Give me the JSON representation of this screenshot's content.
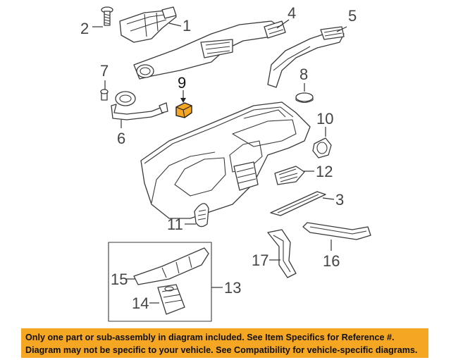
{
  "callouts": {
    "c1": "1",
    "c2": "2",
    "c3": "3",
    "c4": "4",
    "c5": "5",
    "c6": "6",
    "c7": "7",
    "c8": "8",
    "c9": "9",
    "c10": "10",
    "c11": "11",
    "c12": "12",
    "c13": "13",
    "c14": "14",
    "c15": "15",
    "c16": "16",
    "c17": "17"
  },
  "banner": {
    "line1": "Only one part or sub-assembly in diagram included. See Item Specifics for Reference #.",
    "line2": "Diagram may not be specific to your vehicle. See Compatibility for vehicle-specific diagrams."
  },
  "colors": {
    "banner_bg": "#f5a623",
    "highlight_part": "#f5a623",
    "line": "#3a3a3a"
  }
}
